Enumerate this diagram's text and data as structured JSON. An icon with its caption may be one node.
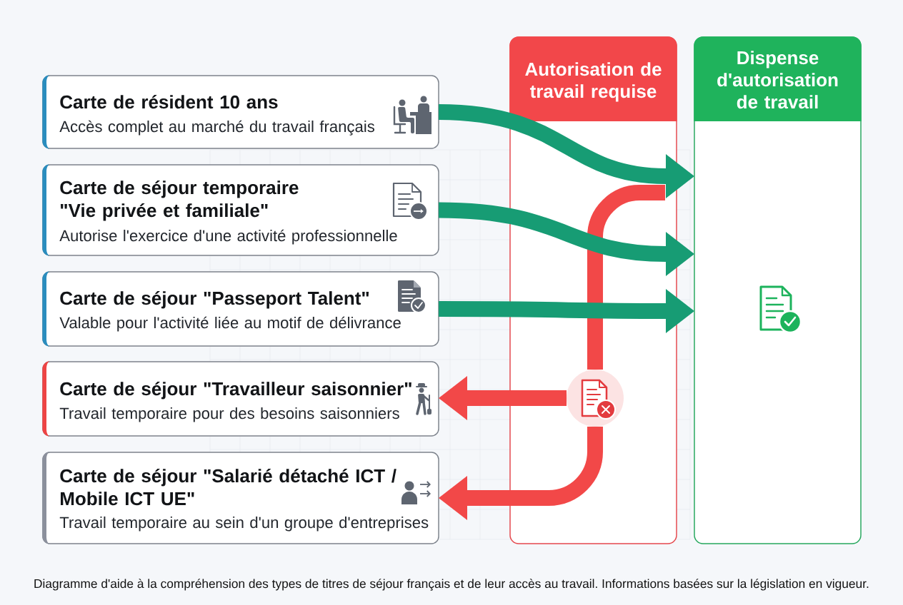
{
  "diagram": {
    "caption": "Diagramme d'aide à la compréhension des types de titres de séjour français et de leur accès au travail. Informations basées sur la législation en vigueur.",
    "nodes": [
      {
        "text": [
          "Carte de résident 10 ans",
          "Accès complet au marché du travail français"
        ]
      },
      {
        "text": [
          "Carte de séjour temporaire \"Vie privée et familiale\"",
          "Autorise l'exercice d'une activité professionnelle"
        ]
      },
      {
        "text": [
          "Carte de séjour \"Passeport Talent\"",
          "Valable pour l'activité liée au motif de délivrance"
        ]
      },
      {
        "text": [
          "Carte de séjour \"Travailleur saisonnier\"",
          "Travail temporaire pour des besoins saisonniers"
        ]
      },
      {
        "text": [
          "Carte de séjour \"Salarié détaché ICT / Mobile ICT UE\"",
          "Travail temporaire au sein d'un groupe d'entreprises"
        ]
      },
      {
        "text": [
          "Autorisation de travail requise"
        ]
      },
      {
        "text": [
          "Dispense d'autorisation de travail"
        ]
      },
      {
        "text": [],
        "shape": "circle",
        "in": 5
      }
    ],
    "edges": [
      {
        "from": 0,
        "to": 6,
        "arrow": "to"
      },
      {
        "from": 1,
        "to": 6,
        "arrow": "to"
      },
      {
        "from": 2,
        "to": 6,
        "arrow": "to"
      },
      {
        "from": null,
        "to": 7,
        "arrow": "none",
        "color": "#f24848"
      },
      {
        "from": 7,
        "to": 3,
        "arrow": "to",
        "color": "#f24848"
      },
      {
        "from": 7,
        "to": 4,
        "arrow": "to",
        "color": "#f24848"
      }
    ]
  }
}
